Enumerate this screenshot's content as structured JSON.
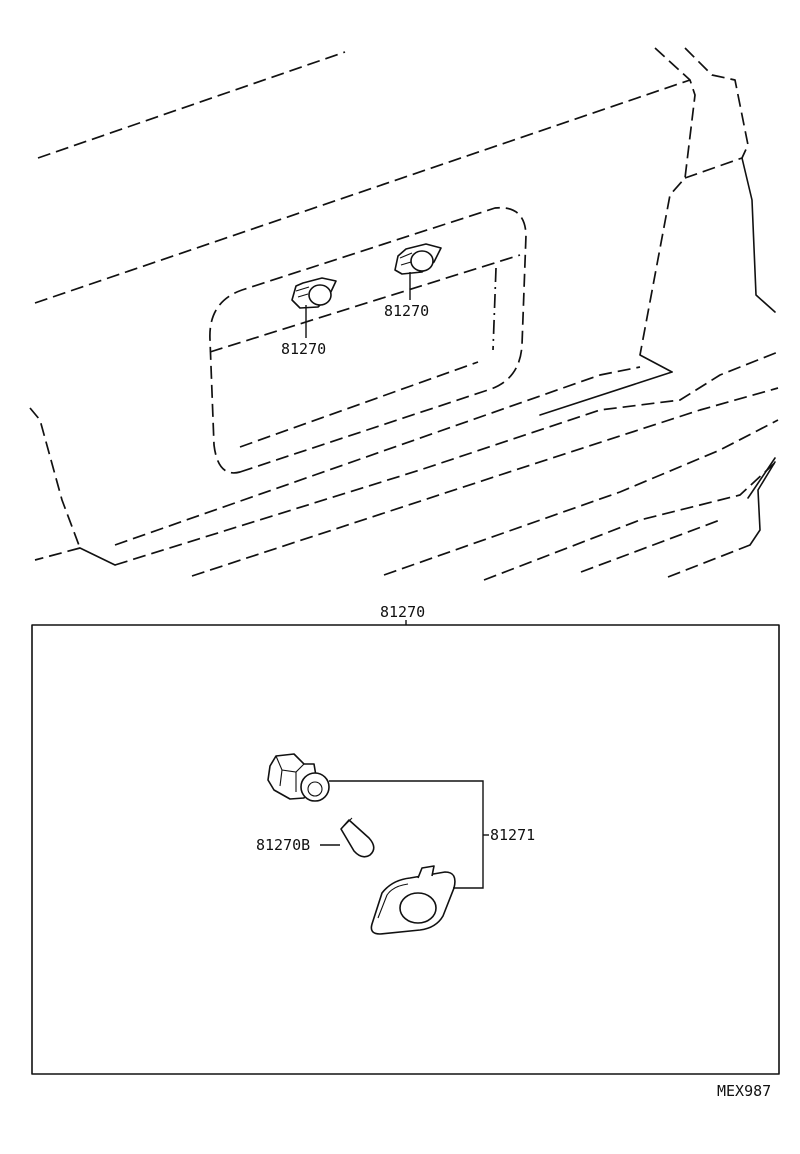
{
  "callouts": {
    "lamp_left": "81270",
    "lamp_right": "81270",
    "assembly": "81270",
    "bulb": "81270B",
    "lens_socket": "81271"
  },
  "diagram_code": "MEX987"
}
